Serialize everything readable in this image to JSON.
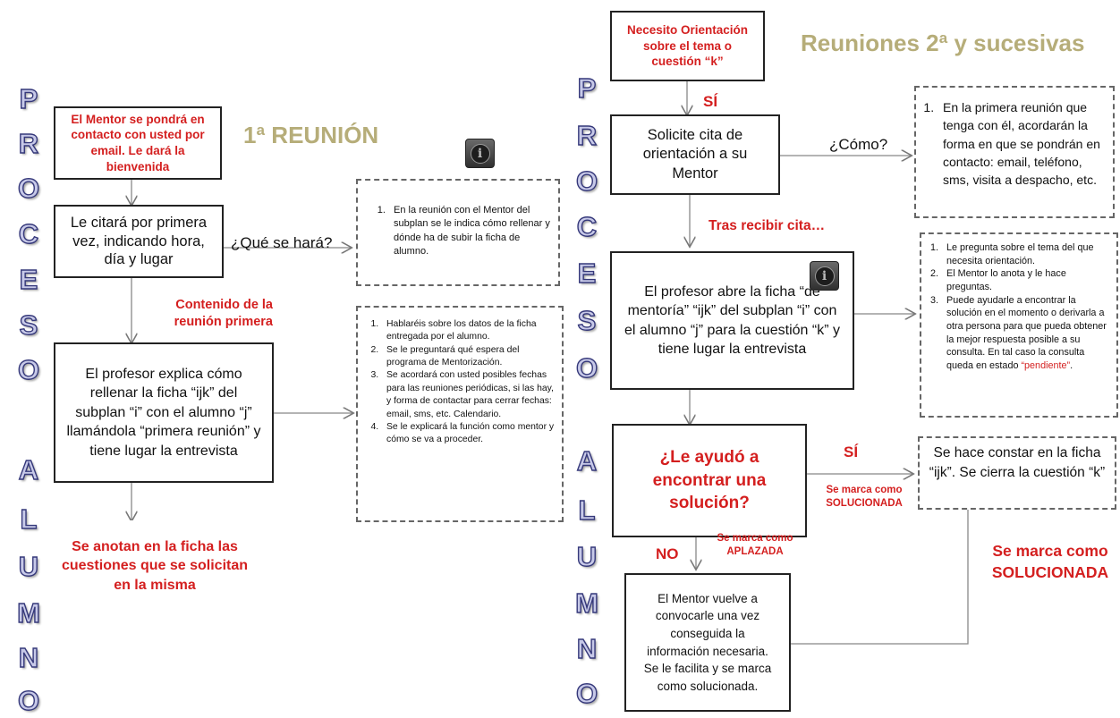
{
  "vertical_label_letters_1": [
    "P",
    "R",
    "O",
    "C",
    "E",
    "S",
    "O"
  ],
  "vertical_label_letters_2": [
    "A",
    "L",
    "U",
    "M",
    "N",
    "O"
  ],
  "left": {
    "title": "1ª REUNIÓN",
    "mentor_contact": "El Mentor se pondrá en contacto con usted por email. Le dará la bienvenida",
    "cita": "Le citará por primera vez, indicando hora, día y lugar",
    "question": "¿Qué se hará?",
    "note1": [
      "En la reunión con el Mentor del subplan se le indica cómo rellenar y dónde ha de subir la ficha de alumno."
    ],
    "contenido": "Contenido de la reunión primera",
    "explica": "El profesor explica cómo rellenar la ficha “ijk” del subplan “i” con el alumno “j” llamándola “primera reunión” y tiene lugar la entrevista",
    "note2": [
      "Hablaréis sobre los datos de la ficha entregada por el alumno.",
      "Se le preguntará qué espera del programa de Mentorización.",
      "Se acordará con usted posibles fechas para las reuniones periódicas, si las hay, y forma de contactar para cerrar fechas: email, sms, etc. Calendario.",
      "Se le explicará la función como mentor y cómo se va a proceder."
    ],
    "anotan": "Se anotan en la ficha las cuestiones que se solicitan en la misma"
  },
  "right": {
    "title": "Reuniones 2ª y sucesivas",
    "necesito": "Necesito Orientación sobre el tema o cuestión “k”",
    "si1": "SÍ",
    "solicite": "Solicite cita de orientación a su Mentor",
    "como": "¿Cómo?",
    "note3": [
      "En la primera reunión que tenga con él, acordarán la forma en que se pondrán en contacto: email, teléfono, sms, visita a despacho, etc."
    ],
    "tras": "Tras recibir cita…",
    "abre": "El profesor abre la ficha “de mentoría” “ijk” del subplan “i” con el alumno “j” para la cuestión “k” y tiene lugar la entrevista",
    "note4": [
      "Le pregunta sobre el tema del que necesita orientación.",
      "El Mentor lo anota y le hace preguntas.",
      "Puede ayudarle a encontrar la solución en el momento o derivarla a otra persona para que pueda obtener la mejor respuesta posible a su consulta. En tal caso la consulta queda en estado"
    ],
    "note4_pendiente": "“pendiente”",
    "note4_end": ".",
    "ayudo": "¿Le ayudó a encontrar una solución?",
    "si2": "SÍ",
    "marca_sol_small_1": "Se marca como",
    "marca_sol_small_2": "SOLUCIONADA",
    "hace_constar": "Se hace constar en la ficha “ijk”. Se cierra la cuestión “k”",
    "no": "NO",
    "marca_apl_1": "Se marca como",
    "marca_apl_2": "APLAZADA",
    "marca_sol_big_1": "Se marca como",
    "marca_sol_big_2": "SOLUCIONADA",
    "vuelve": "El Mentor vuelve a convocarle una vez conseguida la información necesaria. Se le facilita y se marca como solucionada."
  }
}
